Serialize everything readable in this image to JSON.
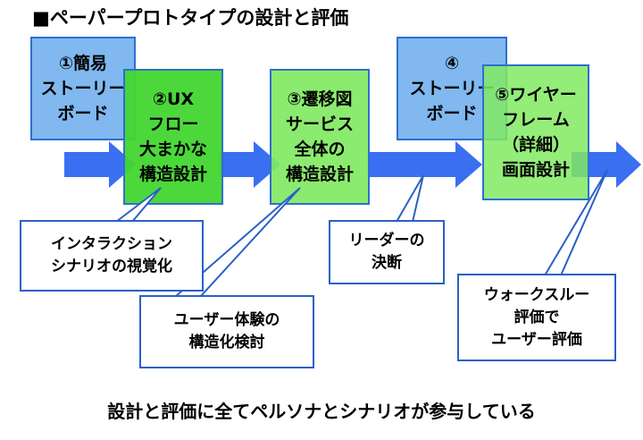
{
  "title": "■ペーパープロトタイプの設計と評価",
  "steps": [
    {
      "label": "①簡易\nストーリー\nボード",
      "color": "blue"
    },
    {
      "label": "②UX\nフロー\n大まかな\n構造設計",
      "color": "green"
    },
    {
      "label": "③遷移図\nサービス\n全体の\n構造設計",
      "color": "green"
    },
    {
      "label": "④\nストーリー\nボード",
      "color": "blue"
    },
    {
      "label": "⑤ワイヤー\nフレーム\n（詳細）\n画面設計",
      "color": "green"
    }
  ],
  "callouts": [
    {
      "text": "インタラクション\nシナリオの視覚化"
    },
    {
      "text": "ユーザー体験の\n構造化検討"
    },
    {
      "text": "リーダーの\n決断"
    },
    {
      "text": "ウォークスルー\n評価で\nユーザー評価"
    }
  ],
  "footer": "設計と評価に全てペルソナとシナリオが参与している",
  "colors": {
    "blue": "#6aacec",
    "green": "#81e962",
    "arrow": "#3a6ff2",
    "border": "#2e6fd0"
  }
}
